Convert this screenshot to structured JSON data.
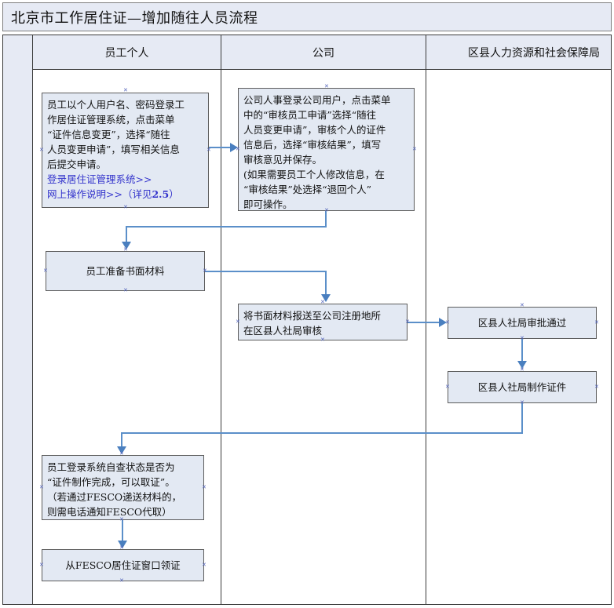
{
  "document": {
    "title": "北京市工作居住证—增加随往人员流程"
  },
  "swimlanes": {
    "headers": [
      {
        "label": "员工个人"
      },
      {
        "label": "公司"
      },
      {
        "label": "区县人力资源和社会保障局"
      }
    ]
  },
  "nodes": {
    "employee_login": {
      "lines": [
        "员工以个人用户名、密码登录工",
        "作居住证管理系统，点击菜单",
        "“证件信息变更”，选择“随往",
        "人员变更申请”，填写相关信息",
        "后提交申请。"
      ],
      "link1": "登录居住证管理系统>>",
      "link2_prefix": "网上操作说明>>（详见",
      "link2_bold": "2.5",
      "link2_suffix": "）"
    },
    "company_review": {
      "lines": [
        "公司人事登录公司用户，点击菜单",
        "中的“审核员工申请”选择“随往",
        "人员变更申请”，审核个人的证件",
        "信息后，选择“审核结果”，填写",
        "审核意见并保存。",
        "(如果需要员工个人修改信息，在",
        "“审核结果”处选择“退回个人”",
        "即可操作。"
      ]
    },
    "prepare_materials": {
      "label": "员工准备书面材料"
    },
    "submit_materials": {
      "lines": [
        "将书面材料报送至公司注册地所",
        "在区县人社局审核"
      ]
    },
    "bureau_approved": {
      "label": "区县人社局审批通过"
    },
    "bureau_make_card": {
      "label": "区县人社局制作证件"
    },
    "employee_check_status": {
      "lines": [
        "员工登录系统自查状态是否为",
        "“证件制作完成，可以取证”。",
        "（若通过FESCO递送材料的，",
        "则需电话通知FESCO代取）"
      ]
    },
    "collect_card": {
      "label": "从FESCO居住证窗口领证"
    }
  },
  "colors": {
    "connector": "#5b8fc9",
    "arrow": "#4a7fbf",
    "node_fill": "#e3e9f3",
    "node_border": "#5c5c5c",
    "lane_header_fill": "#e6eaf4",
    "link_text": "#3333cc"
  }
}
